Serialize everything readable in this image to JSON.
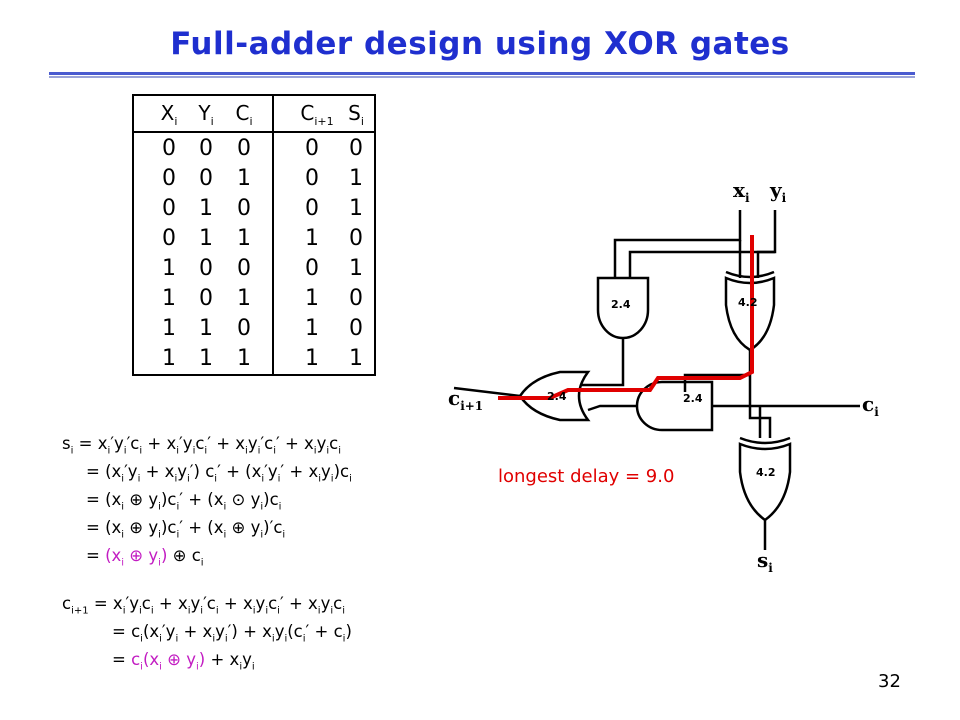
{
  "title": "Full-adder design using XOR gates",
  "truth_table": {
    "headers": [
      {
        "base": "X",
        "sub": "i"
      },
      {
        "base": "Y",
        "sub": "i"
      },
      {
        "base": "C",
        "sub": "i"
      },
      {
        "base": "C",
        "sub": "i+1"
      },
      {
        "base": "S",
        "sub": "i"
      }
    ],
    "rows": [
      [
        "0",
        "0",
        "0",
        "0",
        "0"
      ],
      [
        "0",
        "0",
        "1",
        "0",
        "1"
      ],
      [
        "0",
        "1",
        "0",
        "0",
        "1"
      ],
      [
        "0",
        "1",
        "1",
        "1",
        "0"
      ],
      [
        "1",
        "0",
        "0",
        "0",
        "1"
      ],
      [
        "1",
        "0",
        "1",
        "1",
        "0"
      ],
      [
        "1",
        "1",
        "0",
        "1",
        "0"
      ],
      [
        "1",
        "1",
        "1",
        "1",
        "1"
      ]
    ]
  },
  "circuit": {
    "inputs": [
      "x",
      "y"
    ],
    "input_sub": "i",
    "carry_in": "c",
    "carry_in_sub": "i",
    "carry_out": "c",
    "carry_out_sub": "i+1",
    "sum_out": "s",
    "sum_out_sub": "i",
    "gate_delays": [
      "2.4",
      "4.2",
      "2.4",
      "2.4",
      "4.2"
    ],
    "path_color": "#e00000"
  },
  "delay_note": "longest delay = 9.0",
  "page_number": "32"
}
